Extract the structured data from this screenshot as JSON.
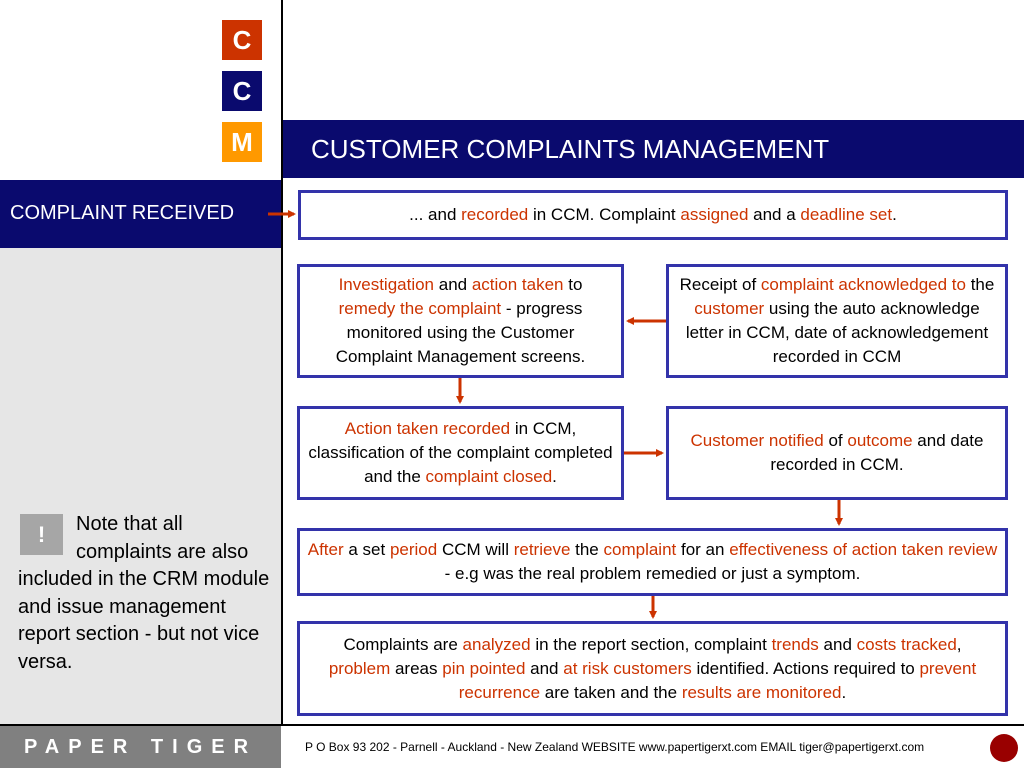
{
  "logo": {
    "letters": [
      "C",
      "C",
      "M"
    ],
    "colors": [
      "#cc3300",
      "#0a0a6e",
      "#ff9900"
    ]
  },
  "header": {
    "title": "CUSTOMER COMPLAINTS MANAGEMENT"
  },
  "sidebar": {
    "received_label": "COMPLAINT RECEIVED",
    "note_icon": "!",
    "note_text": "Note that all complaints are also included in the CRM module and issue management report section - but not vice versa."
  },
  "steps": {
    "recorded": [
      {
        "t": "... and ",
        "h": false
      },
      {
        "t": "recorded",
        "h": true
      },
      {
        "t": " in CCM. Complaint ",
        "h": false
      },
      {
        "t": "assigned",
        "h": true
      },
      {
        "t": " and a ",
        "h": false
      },
      {
        "t": "deadline set",
        "h": true
      },
      {
        "t": ".",
        "h": false
      }
    ],
    "investigation": [
      {
        "t": "Investigation",
        "h": true
      },
      {
        "t": " and ",
        "h": false
      },
      {
        "t": "action taken",
        "h": true
      },
      {
        "t": " to ",
        "h": false
      },
      {
        "t": "remedy the complaint",
        "h": true
      },
      {
        "t": " - progress monitored using the Customer Complaint Management screens.",
        "h": false
      }
    ],
    "receipt": [
      {
        "t": "Receipt of ",
        "h": false
      },
      {
        "t": "complaint acknowledged to",
        "h": true
      },
      {
        "t": " the ",
        "h": false
      },
      {
        "t": "customer",
        "h": true
      },
      {
        "t": " using the auto acknowledge letter in CCM, date of acknowledgement recorded in CCM",
        "h": false
      }
    ],
    "action_recorded": [
      {
        "t": "Action taken recorded",
        "h": true
      },
      {
        "t": " in CCM, classification of the complaint completed and the ",
        "h": false
      },
      {
        "t": "complaint closed",
        "h": true
      },
      {
        "t": ".",
        "h": false
      }
    ],
    "notified": [
      {
        "t": "Customer notified",
        "h": true
      },
      {
        "t": " of ",
        "h": false
      },
      {
        "t": "outcome",
        "h": true
      },
      {
        "t": " and date recorded in CCM.",
        "h": false
      }
    ],
    "review": [
      {
        "t": "After",
        "h": true
      },
      {
        "t": " a set ",
        "h": false
      },
      {
        "t": "period",
        "h": true
      },
      {
        "t": " CCM will ",
        "h": false
      },
      {
        "t": "retrieve",
        "h": true
      },
      {
        "t": " the ",
        "h": false
      },
      {
        "t": "complaint",
        "h": true
      },
      {
        "t": " for an ",
        "h": false
      },
      {
        "t": "effectiveness of action taken review",
        "h": true
      },
      {
        "t": " - e.g was the real problem remedied or just a symptom.",
        "h": false
      }
    ],
    "analysis": [
      {
        "t": "Complaints are ",
        "h": false
      },
      {
        "t": "analyzed",
        "h": true
      },
      {
        "t": " in the report section, complaint ",
        "h": false
      },
      {
        "t": "trends",
        "h": true
      },
      {
        "t": " and ",
        "h": false
      },
      {
        "t": "costs tracked",
        "h": true
      },
      {
        "t": ", ",
        "h": false
      },
      {
        "t": "problem",
        "h": true
      },
      {
        "t": " areas ",
        "h": false
      },
      {
        "t": "pin pointed",
        "h": true
      },
      {
        "t": " and ",
        "h": false
      },
      {
        "t": "at risk customers",
        "h": true
      },
      {
        "t": " identified. Actions required to ",
        "h": false
      },
      {
        "t": "prevent recurrence",
        "h": true
      },
      {
        "t": " are taken and the ",
        "h": false
      },
      {
        "t": "results are monitored",
        "h": true
      },
      {
        "t": ".",
        "h": false
      }
    ]
  },
  "colors": {
    "highlight": "#cc3300",
    "navy": "#0a0a6e",
    "box_border": "#3333aa",
    "arrow": "#cc3300"
  },
  "footer": {
    "brand": "PAPER TIGER",
    "contact": "P O Box 93 202 - Parnell - Auckland - New Zealand   WEBSITE  www.papertigerxt.com   EMAIL  tiger@papertigerxt.com"
  }
}
